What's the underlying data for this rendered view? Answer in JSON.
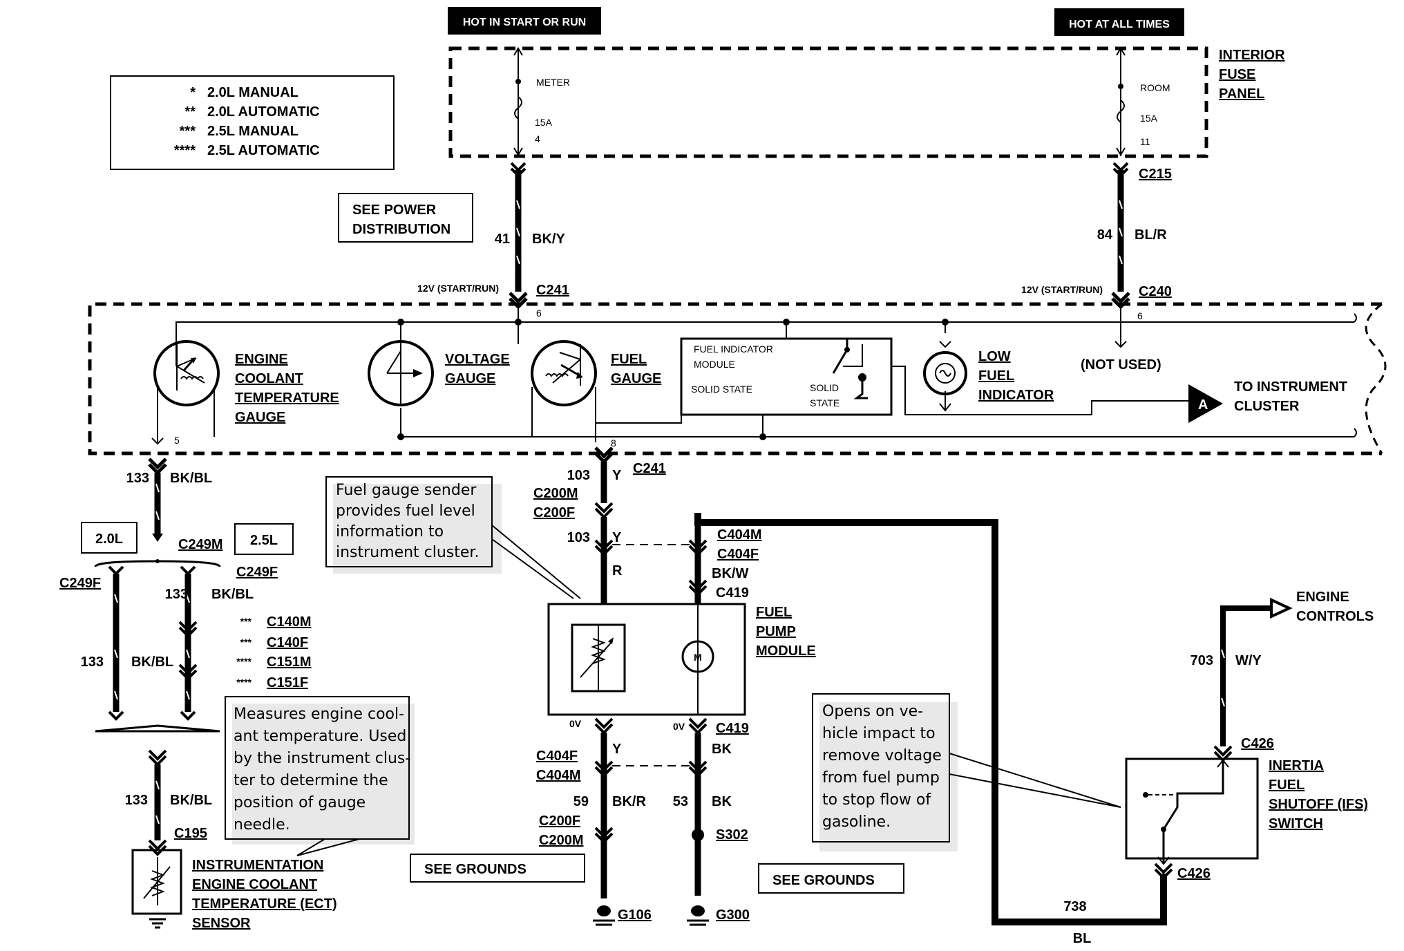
{
  "legend": {
    "items": [
      {
        "mark": "*",
        "text": "2.0L MANUAL"
      },
      {
        "mark": "**",
        "text": "2.0L AUTOMATIC"
      },
      {
        "mark": "***",
        "text": "2.5L MANUAL"
      },
      {
        "mark": "****",
        "text": "2.5L AUTOMATIC"
      }
    ]
  },
  "header": {
    "hot_start_run": "HOT IN START OR RUN",
    "hot_all_times": "HOT AT ALL TIMES"
  },
  "fuse_panel": {
    "label_1": "INTERIOR",
    "label_2": "FUSE",
    "label_3": "PANEL",
    "meter_name": "METER",
    "meter_amp": "15A",
    "meter_num": "4",
    "room_name": "ROOM",
    "room_amp": "15A",
    "room_num": "11"
  },
  "see_power": {
    "line1": "SEE POWER",
    "line2": "DISTRIBUTION"
  },
  "wires": {
    "w41_num": "41",
    "w41_color": "BK/Y",
    "w84_num": "84",
    "w84_color": "BL/R",
    "w133a_num": "133",
    "w133a_color": "BK/BL",
    "w133b_num": "133",
    "w133b_color": "BK/BL",
    "w133c_num": "133",
    "w133c_color": "BK/BL",
    "w133d_num": "133",
    "w133d_color": "BK/BL",
    "w103a_num": "103",
    "w103a_color": "Y",
    "w103b_num": "103",
    "w103b_color": "Y",
    "wr_color": "R",
    "wbkw_color": "BK/W",
    "wy2_color": "Y",
    "wbk_color": "BK",
    "w59_num": "59",
    "w59_color": "BK/R",
    "w53_num": "53",
    "w53_color": "BK",
    "w703_num": "703",
    "w703_color": "W/Y",
    "w738_num": "738",
    "w738_color": "BL"
  },
  "connectors": {
    "c215": "C215",
    "c241_top": "C241",
    "c240": "C240",
    "v12_left": "12V (START/RUN)",
    "v12_right": "12V (START/RUN)",
    "pin6_left": "6",
    "pin6_right": "6",
    "pin5": "5",
    "pin8": "8",
    "c241_bot": "C241",
    "c200m_top": "C200M",
    "c200f_top": "C200F",
    "c249m": "C249M",
    "c249f_left": "C249F",
    "c249f_right": "C249F",
    "c140m": "C140M",
    "c140f": "C140F",
    "c151m": "C151M",
    "c151f": "C151F",
    "c140m_mark": "***",
    "c140f_mark": "***",
    "c151m_mark": "****",
    "c151f_mark": "****",
    "c404m_top": "C404M",
    "c404f_top": "C404F",
    "c419_top": "C419",
    "c419_bot": "C419",
    "c404f_bot": "C404F",
    "c404m_bot": "C404M",
    "c200f_bot": "C200F",
    "c200m_bot": "C200M",
    "c195": "C195",
    "s302": "S302",
    "g106": "G106",
    "g300": "G300",
    "c426_top": "C426",
    "c426_bot": "C426",
    "ov_left": "0V",
    "ov_right": "0V"
  },
  "cluster": {
    "ect_1": "ENGINE",
    "ect_2": "COOLANT",
    "ect_3": "TEMPERATURE",
    "ect_4": "GAUGE",
    "volt_1": "VOLTAGE",
    "volt_2": "GAUGE",
    "fuel_1": "FUEL",
    "fuel_2": "GAUGE",
    "fim_1": "FUEL INDICATOR",
    "fim_2": "MODULE",
    "fim_3": "SOLID STATE",
    "fim_4": "SOLID",
    "fim_5": "STATE",
    "low_1": "LOW",
    "low_2": "FUEL",
    "low_3": "INDICATOR",
    "not_used": "(NOT USED)",
    "to_ic_1": "TO INSTRUMENT",
    "to_ic_2": "CLUSTER",
    "conn_a": "A"
  },
  "engine_box": {
    "left": "2.0L",
    "right": "2.5L"
  },
  "fuel_pump": {
    "l1": "FUEL",
    "l2": "PUMP",
    "l3": "MODULE",
    "motor": "M"
  },
  "notes": {
    "fuel_sender": [
      "Fuel gauge sender",
      "provides fuel level",
      "information to",
      "instrument cluster."
    ],
    "ect": [
      "Measures engine cool-",
      "ant temperature. Used",
      "by the instrument clus-",
      "ter to determine the",
      "position of gauge",
      "needle."
    ],
    "ifs": [
      "Opens on ve-",
      "hicle impact to",
      "remove voltage",
      "from fuel pump",
      "to stop flow of",
      "gasoline."
    ]
  },
  "sensor": {
    "l1": "INSTRUMENTATION",
    "l2": "ENGINE COOLANT",
    "l3": "TEMPERATURE (ECT)",
    "l4": "SENSOR"
  },
  "ifs_switch": {
    "l1": "INERTIA",
    "l2": "FUEL",
    "l3": "SHUTOFF (IFS)",
    "l4": "SWITCH"
  },
  "engine_controls": {
    "l1": "ENGINE",
    "l2": "CONTROLS"
  },
  "grounds": {
    "left": "SEE GROUNDS",
    "right": "SEE GROUNDS"
  }
}
